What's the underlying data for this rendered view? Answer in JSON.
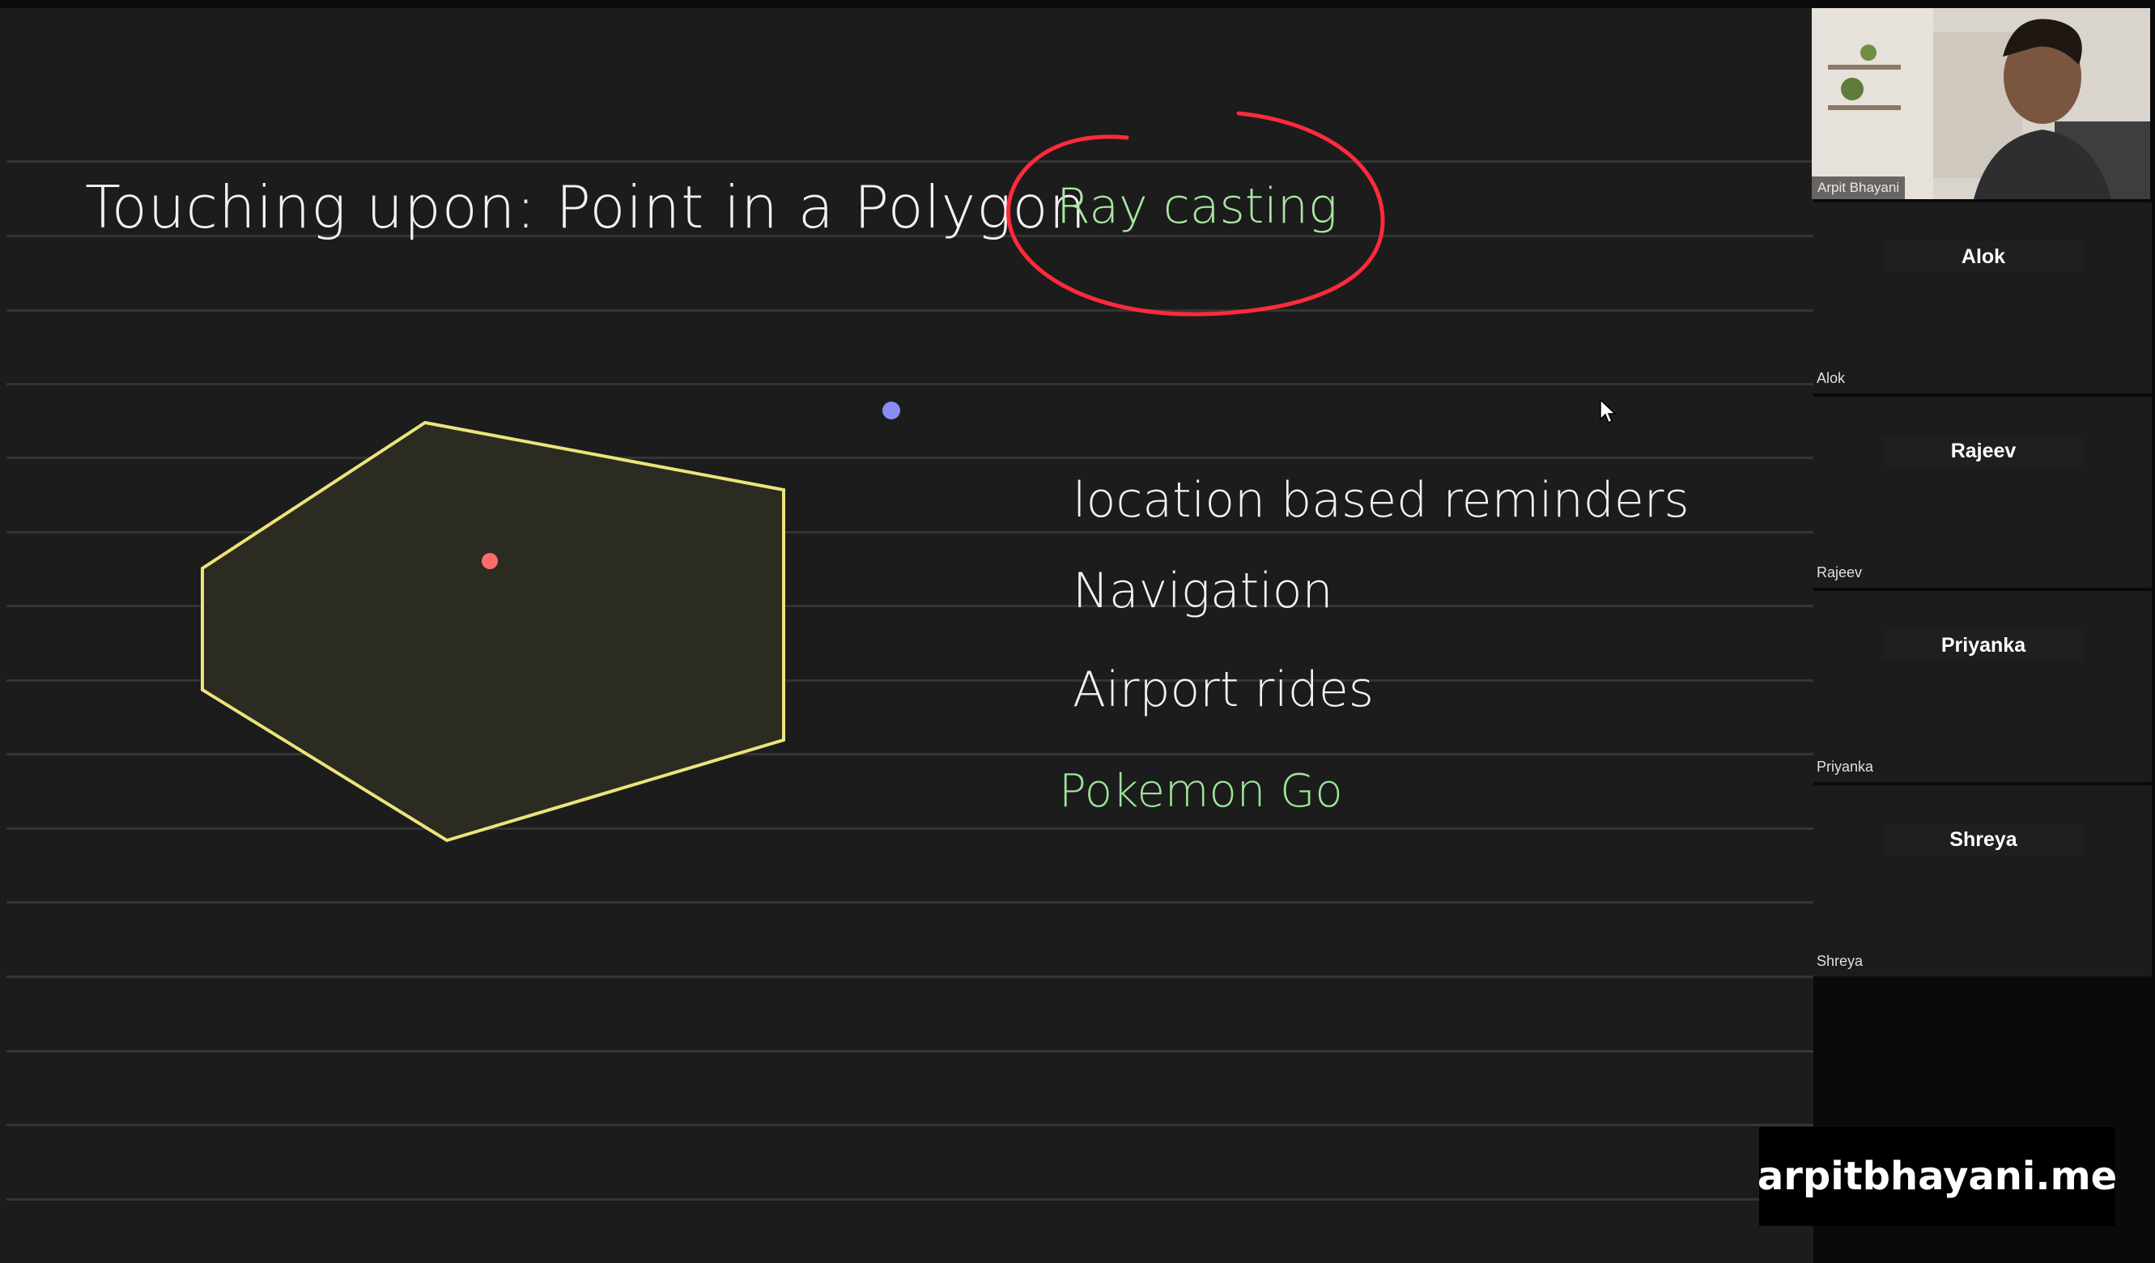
{
  "whiteboard": {
    "title": "Touching upon: Point in a Polygon",
    "highlight": "Ray casting",
    "use_cases": [
      "location based reminders",
      "Navigation",
      "Airport rides",
      "Pokemon Go"
    ],
    "colors": {
      "ink": "#f2f2f2",
      "green_ink": "#9ee39a",
      "circle": "#ff2a3c",
      "polygon_stroke": "#ece37a",
      "inside_point": "#ff6b6b",
      "outside_point": "#8a8cf5"
    }
  },
  "presenter": {
    "name": "Arpit Bhayani"
  },
  "participants": [
    {
      "name": "Alok"
    },
    {
      "name": "Rajeev"
    },
    {
      "name": "Priyanka"
    },
    {
      "name": "Shreya"
    }
  ],
  "watermark": "arpitbhayani.me"
}
